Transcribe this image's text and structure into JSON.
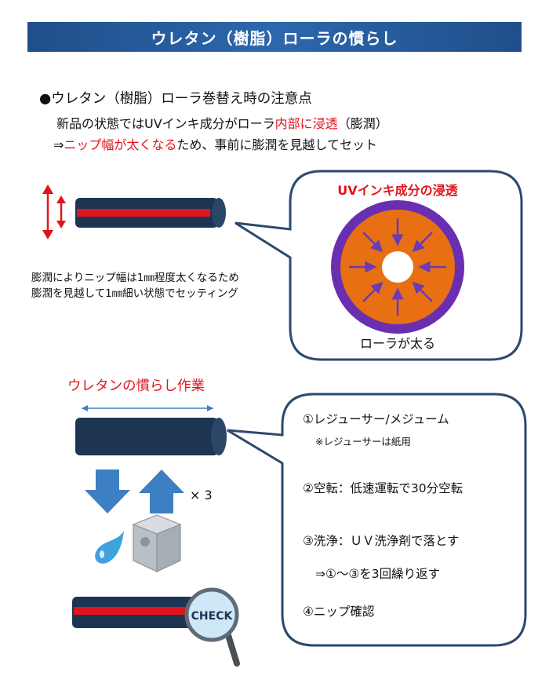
{
  "header": {
    "title": "ウレタン（樹脂）ローラの慣らし"
  },
  "intro": {
    "heading": "●ウレタン（樹脂）ローラ巻替え時の注意点",
    "line1_a": "新品の状態ではUVインキ成分がローラ",
    "line1_red": "内部に浸透",
    "line1_b": "（膨潤）",
    "line2_prefix": "⇒",
    "line2_red": "ニップ幅が太くなる",
    "line2_b": "ため、事前に膨潤を見越してセット"
  },
  "swelling": {
    "note_line1": "膨潤によりニップ幅は1㎜程度太くなるため",
    "note_line2": "膨潤を見越して1㎜細い状態でセッティング",
    "bubble_title": "UVインキ成分の浸透",
    "bubble_caption": "ローラが太る"
  },
  "breakin": {
    "title": "ウレタンの慣らし作業",
    "repeat_label": "× 3",
    "check_label": "CHECK",
    "steps": [
      "①レジューサー/メジューム",
      "※レジューサーは紙用",
      "②空転：低速運転で30分空転",
      "③洗浄：ＵＶ洗浄剤で落とす",
      "⇒①～③を3回繰り返す",
      "④ニップ確認"
    ]
  },
  "colors": {
    "header_bg": "#2d67ad",
    "roller": "#1d3553",
    "accent_red": "#e0141b",
    "ring_purple": "#6a2fb0",
    "ring_orange": "#e87013",
    "arrow_blue": "#3d7fc3"
  }
}
